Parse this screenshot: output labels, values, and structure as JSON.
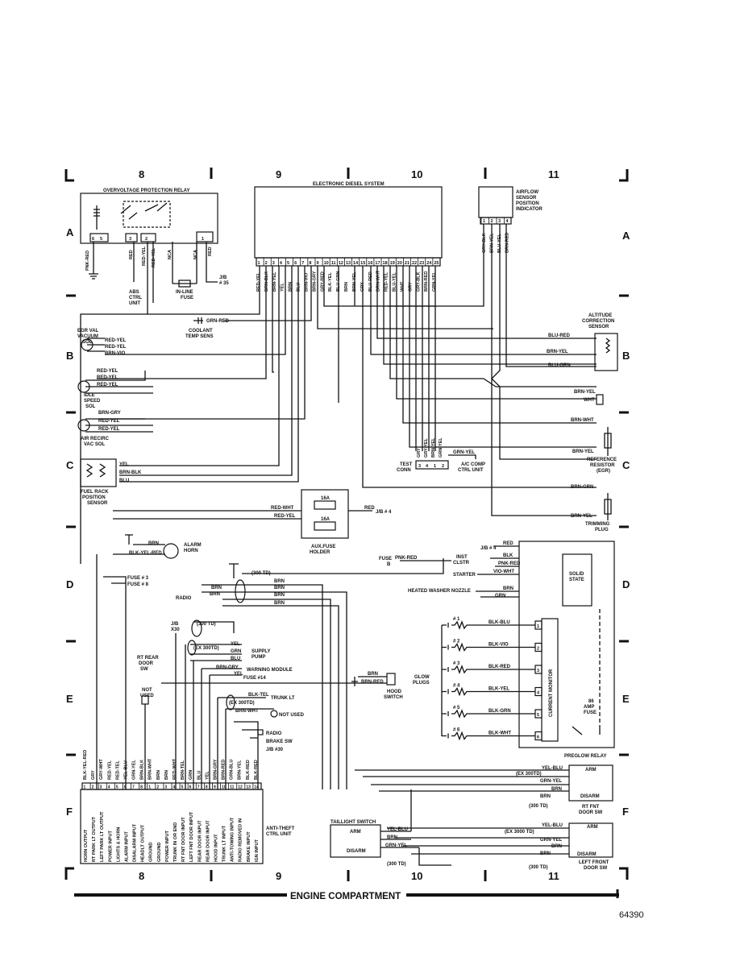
{
  "columns": [
    "8",
    "9",
    "10",
    "11"
  ],
  "rows": [
    "A",
    "B",
    "C",
    "D",
    "E",
    "F"
  ],
  "footer": {
    "caption": "ENGINE COMPARTMENT",
    "figure_number": "64390"
  },
  "components": {
    "overvoltage_relay": "OVERVOLTAGE PROTECTION RELAY",
    "eds": "ELECTRONIC DIESEL SYSTEM",
    "airflow": [
      "AIRFLOW",
      "SENSOR",
      "POSITION",
      "INDICATOR"
    ],
    "abs": [
      "ABS",
      "CTRL",
      "UNIT"
    ],
    "inline_fuse": [
      "IN-LINE",
      "FUSE"
    ],
    "jb35": [
      "J/B",
      "# 35"
    ],
    "coolant": [
      "COOLANT",
      "TEMP SENS"
    ],
    "egr_val": [
      "EGR VAL",
      "VACUUM",
      "SOL"
    ],
    "idle": [
      "IDLE",
      "SPEED",
      "SOL"
    ],
    "air_recirc": [
      "AIR RECIRC",
      "VAC SOL"
    ],
    "fuel_rack": [
      "FUEL RACK",
      "POSITION",
      "SENSOR"
    ],
    "altitude": [
      "ALTITUDE",
      "CORRECTION",
      "SENSOR"
    ],
    "reference": [
      "REFERENCE",
      "RESISTOR",
      "(EGR)"
    ],
    "trimming": [
      "TRIMMING",
      "PLUG"
    ],
    "test_conn": [
      "TEST",
      "CONN"
    ],
    "ac_comp": [
      "A/C COMP",
      "CTRL UNIT"
    ],
    "aux_fuse": [
      "AUX.FUSE",
      "HOLDER"
    ],
    "alarm_horn": [
      "ALARM",
      "HORN"
    ],
    "supply_pump": [
      "SUPPLY",
      "PUMP"
    ],
    "warning_module": "WARNING MODULE",
    "rt_rear_door": [
      "RT REAR",
      "DOOR",
      "SW"
    ],
    "not_used": [
      "NOT",
      "USED"
    ],
    "not_used2": "NOT USED",
    "trunk_lt": "TRUNK LT",
    "radio": "RADIO",
    "brake_sw": "BRAKE SW",
    "hood_switch": [
      "HOOD",
      "SWITCH"
    ],
    "glow_plugs": [
      "GLOW",
      "PLUGS"
    ],
    "current_monitor": "CURRENT MONITOR",
    "solid_state": [
      "SOLID",
      "STATE"
    ],
    "amp_fuse": [
      "86",
      "AMP",
      "FUSE"
    ],
    "preglow": "PREGLOW RELAY",
    "anti_theft": [
      "ANTI-THEFT",
      "CTRL UNIT"
    ],
    "taillight": "TAILLIGHT SWITCH",
    "rt_fnt_door": [
      "RT FNT",
      "DOOR SW"
    ],
    "left_front_door": [
      "LEFT FRONT",
      "DOOR SW"
    ],
    "heated_washer": "HEATED WASHER NOZZLE",
    "inst_clstr": [
      "INST",
      "CLSTR"
    ],
    "starter": "STARTER",
    "fuse_b": [
      "FUSE",
      "B"
    ],
    "fuse3": "FUSE # 3",
    "fuse8": "FUSE # 8",
    "fuse14": "FUSE #14",
    "jb4_top": "J/B # 4",
    "jb4_right": "J/B # 4",
    "jb30": "J/B #30",
    "jbx30": [
      "J/B",
      "X30"
    ],
    "fuse16a_1": "16A",
    "fuse16a_2": "16A",
    "arm": "ARM",
    "disarm": "DISARM",
    "td300": "(300 TD)",
    "ex300td": "(EX 300TD)",
    "ex3000td": "(EX 3000 TD)"
  },
  "ovp_pins": [
    "6",
    "5",
    "3",
    "2",
    "1"
  ],
  "ovp_wires": [
    "PNK-RED",
    "RED",
    "RED-YEL",
    "RED-YEL",
    "NCA",
    "NCA",
    "RED"
  ],
  "eds_pins": [
    "1",
    "2",
    "3",
    "4",
    "5",
    "6",
    "7",
    "8",
    "9",
    "10",
    "11",
    "12",
    "13",
    "14",
    "15",
    "16",
    "17",
    "18",
    "19",
    "20",
    "21",
    "22",
    "23",
    "24",
    "25"
  ],
  "eds_wires": [
    "RED-YEL",
    "BRN-BLK",
    "BRN-YEL",
    "YEL",
    "BRN",
    "BLU",
    "BRN-VIO",
    "BRN-GRY",
    "GRY-RED",
    "BLK-YEL",
    "BLU-GRN",
    "BRN",
    "BRN-YEL",
    "GRY",
    "BLU-RED",
    "BRN-WHT",
    "RED-YEL",
    "BLU-YEL",
    "WHT",
    "GRY",
    "GRY-BLK",
    "BRN-RED",
    "GRN-YEL"
  ],
  "airflow_pins": [
    "1",
    "2",
    "3",
    "4"
  ],
  "airflow_wires": [
    "GRY-BLK",
    "BRN-YEL",
    "BLU-YEL",
    "BRN-RED"
  ],
  "wire_labels": {
    "coolant": "GRN-RED",
    "egr": [
      "RED-YEL",
      "RED-YEL",
      "BRN-VIO"
    ],
    "idle": [
      "RED-YEL",
      "RED-YEL",
      "RED-YEL"
    ],
    "air": [
      "BRN-GRY",
      "RED-YEL",
      "RED-YEL"
    ],
    "fuel": [
      "YEL",
      "BRN-BLK",
      "BLU"
    ],
    "alt": [
      "BLU-RED",
      "BRN-YEL",
      "BLU-GRN"
    ],
    "right_b": [
      "BRN-YEL",
      "WHT",
      "BRN-WHT",
      "BRN-YEL"
    ],
    "right_c": [
      "BRN-GRN",
      "BRN-YEL"
    ],
    "test": [
      "GRY",
      "GRY-YEL",
      "BRN-YEL",
      "GRN-YEL"
    ],
    "test_pins": [
      "3",
      "4",
      "1",
      "2"
    ],
    "ac": "GRN-YEL",
    "aux": [
      "RED-WHT",
      "RED-YEL",
      "RED"
    ],
    "alarm": [
      "BRN",
      "BLK-YEL-RED"
    ],
    "preglow_in": [
      "RED",
      "BLK",
      "PNK-RED",
      "VIO-WHT",
      "BRN",
      "GRN",
      "PNK-RED"
    ],
    "glow": [
      "BLK-BLU",
      "BLK-VIO",
      "BLK-RED",
      "BLK-YEL",
      "BLK-GRN",
      "BLK-WHT"
    ],
    "glow_num": [
      "# 1",
      "# 2",
      "# 3",
      "# 4",
      "# 5",
      "# 6"
    ],
    "glow_pins": [
      "1",
      "2",
      "3",
      "4",
      "5",
      "6"
    ],
    "mid_d": [
      "BRN",
      "BRN",
      "BRN",
      "BRN",
      "BRN",
      "BRN"
    ],
    "supply": [
      "YEL",
      "GRN",
      "BLU"
    ],
    "warn": [
      "BRN-GRY",
      "YEL"
    ],
    "hood": [
      "BRN",
      "BRN-RED"
    ],
    "trunk": [
      "BLK-TEL",
      "BRN-WHT"
    ],
    "rt_fnt": [
      "YEL-BLU",
      "GRN-YEL",
      "BRN",
      "BRN"
    ],
    "lf_door": [
      "YEL-BLU",
      "GRN-YEL",
      "BRN",
      "BRN"
    ],
    "tail": [
      "YEL-BLU",
      "BRN",
      "GRN-YEL"
    ]
  },
  "anti_theft_pins": [
    "1",
    "2",
    "3",
    "4",
    "5",
    "6",
    "7",
    "8",
    "1",
    "2",
    "3",
    "4",
    "5",
    "6",
    "7",
    "8",
    "9",
    "10",
    "11",
    "12",
    "13",
    "14"
  ],
  "anti_theft_wires_top": [
    "BLK-YEL-RED",
    "GRY",
    "GRY-WHT",
    "RED-YEL",
    "RED-TEL",
    "YEL-BLU",
    "GRN-YEL",
    "BRN-BLK",
    "BRN-WHT",
    "BRN",
    "BRN",
    "RED-WHT",
    "BRN-TEL",
    "GRN",
    "BLU",
    "YEL",
    "BRN-GRY",
    "BRN-RED",
    "GRN-BLU",
    "BRN-YEL",
    "BLK-RED",
    "BLK-RED"
  ],
  "anti_theft_inputs": [
    "HORN OUTPUT",
    "RT PARK LT OUTPUT",
    "LEFT PARK LT OUTPUT",
    "POWER INPUT",
    "LIGHTS & HORN",
    "ALARM INPUT",
    "DISALARM INPUT",
    "HEADLT OUTPUT",
    "GROUND",
    "GROUND",
    "POWER INPUT",
    "TRUNK IN OR END",
    "RT FNT DOOR INPUT",
    "LEFT FNT DOOR INPUT",
    "REAR DOOR INPUT",
    "REAR DOOR INPUT",
    "HOOD INPUT",
    "TRUNK LT INPUT",
    "ANTI-TOWING INPUT",
    "RADIO REMOVED IN",
    "BRAKE INPUT",
    "IGN INPUT"
  ]
}
